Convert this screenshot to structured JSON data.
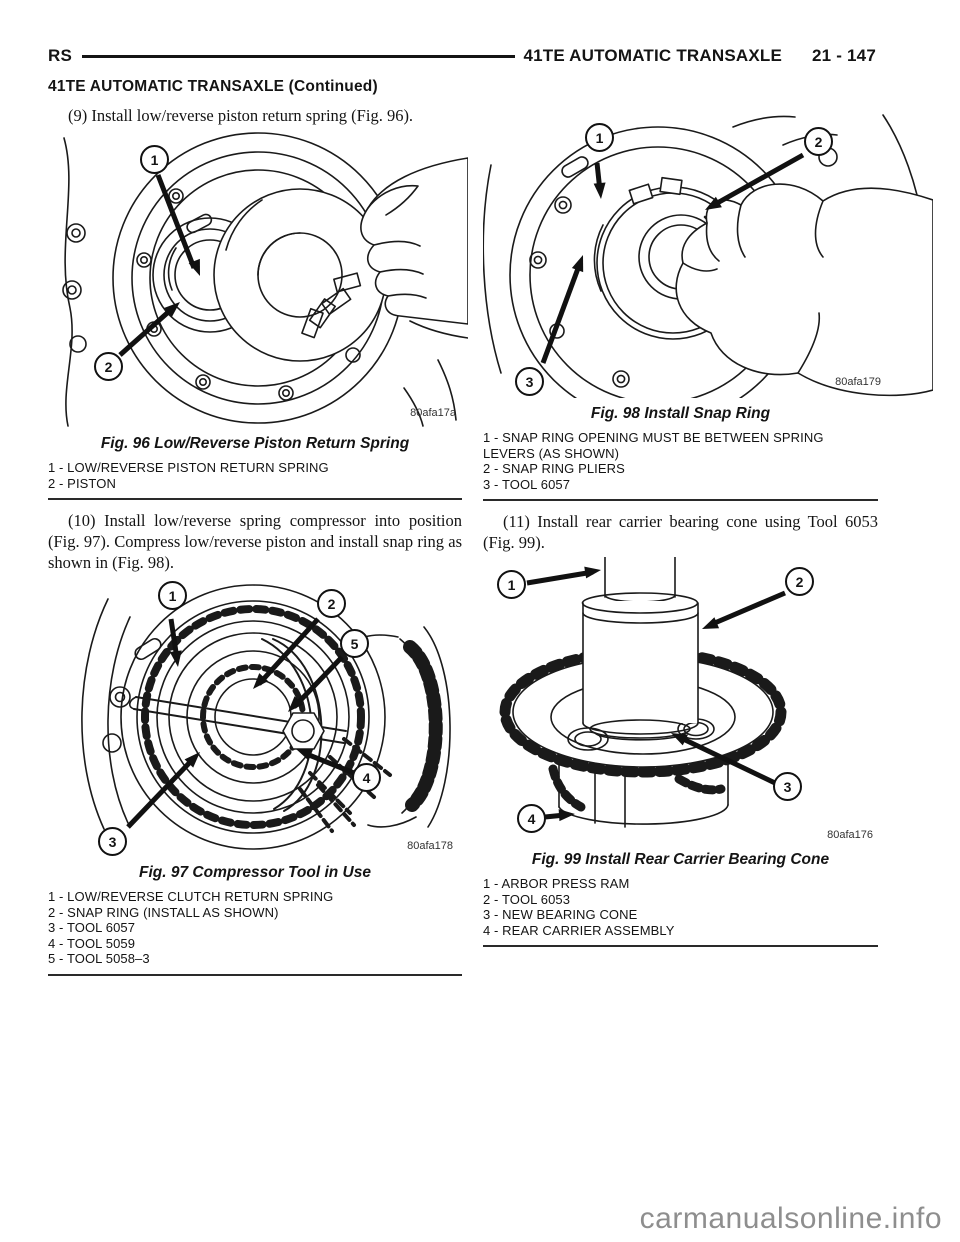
{
  "page": {
    "header": {
      "left": "RS",
      "right_title": "41TE AUTOMATIC TRANSAXLE",
      "page_number": "21 - 147"
    },
    "subheader": "41TE AUTOMATIC TRANSAXLE (Continued)",
    "watermark": "carmanualsonline.info",
    "ink_color": "#141414",
    "watermark_color": "#8e8e8e"
  },
  "left_column": {
    "para_9": "(9) Install low/reverse piston return spring (Fig. 96).",
    "fig96": {
      "caption": "Fig. 96 Low/Reverse Piston Return Spring",
      "code": "80afa17a",
      "callouts": [
        "1",
        "2"
      ],
      "legend": [
        "1 - LOW/REVERSE PISTON RETURN SPRING",
        "2 - PISTON"
      ]
    },
    "para_10": "(10) Install low/reverse spring compressor into position (Fig. 97). Compress low/reverse piston and install snap ring as shown in (Fig. 98).",
    "fig97": {
      "caption": "Fig. 97 Compressor Tool in Use",
      "code": "80afa178",
      "callouts": [
        "1",
        "2",
        "5",
        "4",
        "3"
      ],
      "legend": [
        "1 - LOW/REVERSE CLUTCH RETURN SPRING",
        "2 - SNAP RING (INSTALL AS SHOWN)",
        "3 - TOOL 6057",
        "4 - TOOL 5059",
        "5 - TOOL 5058–3"
      ]
    }
  },
  "right_column": {
    "fig98": {
      "caption": "Fig. 98 Install Snap Ring",
      "code": "80afa179",
      "callouts": [
        "1",
        "2",
        "3"
      ],
      "legend": [
        "1 - SNAP RING OPENING MUST BE BETWEEN SPRING LEVERS (AS SHOWN)",
        "2 - SNAP RING PLIERS",
        "3 - TOOL 6057"
      ]
    },
    "para_11": "(11) Install rear carrier bearing cone using Tool 6053 (Fig. 99).",
    "fig99": {
      "caption": "Fig. 99 Install Rear Carrier Bearing Cone",
      "code": "80afa176",
      "callouts": [
        "1",
        "2",
        "3",
        "4"
      ],
      "legend": [
        "1 - ARBOR PRESS RAM",
        "2 - TOOL 6053",
        "3 - NEW BEARING CONE",
        "4 - REAR CARRIER ASSEMBLY"
      ]
    }
  }
}
